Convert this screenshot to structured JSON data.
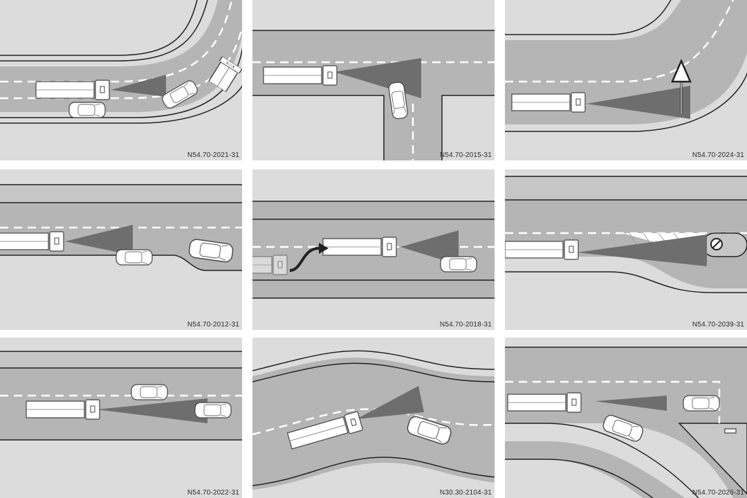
{
  "panels": [
    {
      "code": "N54.70-2021-31"
    },
    {
      "code": "N54.70-2015-31"
    },
    {
      "code": "N54.70-2024-31"
    },
    {
      "code": "N54.70-2012-31"
    },
    {
      "code": "N54.70-2018-31"
    },
    {
      "code": "N54.70-2039-31"
    },
    {
      "code": "N54.70-2022-31"
    },
    {
      "code": "N30.30-2104-31"
    },
    {
      "code": "N54.70-2026-31"
    }
  ],
  "colors": {
    "background": "#dcdcdc",
    "road": "#b5b5b5",
    "road_edge": "#222222",
    "lane_marking": "#ffffff",
    "radar_cone": "#6e6e6e",
    "vehicle_fill": "#ffffff",
    "vehicle_outline": "#444444"
  }
}
